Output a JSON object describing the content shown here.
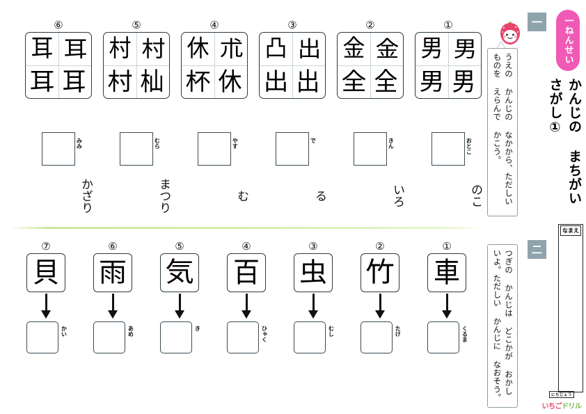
{
  "header": {
    "grade_badge": "一ねんせい",
    "title": "かんじの まちがいさがし①",
    "name_label": "なまえ",
    "brand_top": "にちじょう",
    "brand_name_1": "いちご",
    "brand_name_2": "ドリル"
  },
  "section1": {
    "marker": "一",
    "instruction": "うえの かんじの なかから、ただしい ものを えらんで かこう。",
    "items": [
      {
        "num": "⑥",
        "choices": [
          "耳",
          "耳",
          "耳",
          "耳"
        ],
        "furigana": "みみ",
        "okurigana": "かざり"
      },
      {
        "num": "⑤",
        "choices": [
          "村",
          "村",
          "村",
          "杣"
        ],
        "furigana": "むら",
        "okurigana": "まつり"
      },
      {
        "num": "④",
        "choices": [
          "休",
          "朮",
          "杯",
          "休"
        ],
        "furigana": "やす",
        "okurigana": "む"
      },
      {
        "num": "③",
        "choices": [
          "凸",
          "出",
          "出",
          "出"
        ],
        "furigana": "で",
        "okurigana": "る"
      },
      {
        "num": "②",
        "choices": [
          "金",
          "金",
          "全",
          "全"
        ],
        "furigana": "きん",
        "okurigana": "いろ"
      },
      {
        "num": "①",
        "choices": [
          "男",
          "男",
          "男",
          "男"
        ],
        "furigana": "おとこ",
        "okurigana": "のこ"
      }
    ]
  },
  "section2": {
    "marker": "二",
    "instruction": "つぎの かんじは どこかが おかしいよ。ただしい かんじに なおそう。",
    "items": [
      {
        "num": "⑦",
        "kanji": "貝",
        "furigana": "かい"
      },
      {
        "num": "⑥",
        "kanji": "雨",
        "furigana": "あめ"
      },
      {
        "num": "⑤",
        "kanji": "気",
        "furigana": "き"
      },
      {
        "num": "④",
        "kanji": "百",
        "furigana": "ひゃく"
      },
      {
        "num": "③",
        "kanji": "虫",
        "furigana": "むし"
      },
      {
        "num": "②",
        "kanji": "竹",
        "furigana": "たけ"
      },
      {
        "num": "①",
        "kanji": "車",
        "furigana": "くるま"
      }
    ]
  },
  "colors": {
    "badge_pink": "#ef5ab5",
    "marker_gray": "#8fa3ad",
    "divider_green": "#cbe79c",
    "box_border": "#2b3a44"
  }
}
